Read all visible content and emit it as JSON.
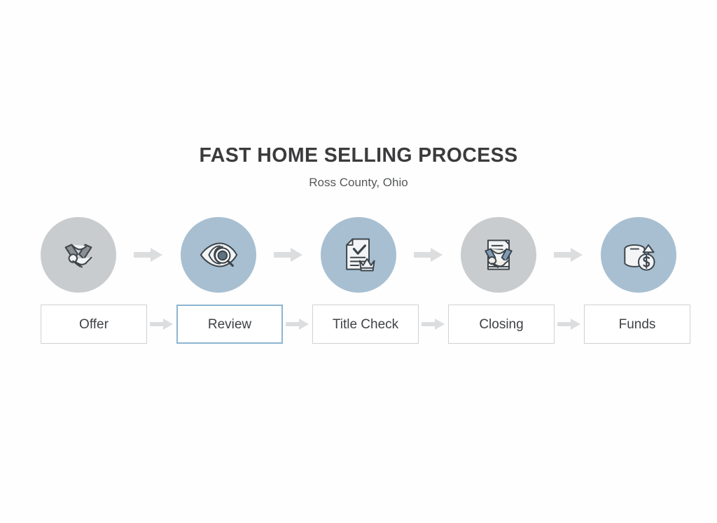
{
  "header": {
    "title": "FAST HOME SELLING PROCESS",
    "subtitle": "Ross County, Ohio"
  },
  "colors": {
    "background": "#fefefe",
    "title_text": "#3b3b3d",
    "subtitle_text": "#56585b",
    "circle_gray": "#c9ccce",
    "circle_blue": "#a7bfd1",
    "arrow": "#dcdddf",
    "box_border": "#cfd1d2",
    "box_border_active": "#8cb4d0",
    "label_text": "#3f4144",
    "icon_stroke": "#3d454c"
  },
  "flow": {
    "steps": [
      {
        "id": "offer",
        "label": "Offer",
        "icon": "handshake-icon",
        "circle_color": "gray",
        "highlighted": false
      },
      {
        "id": "review",
        "label": "Review",
        "icon": "eye-magnifier-icon",
        "circle_color": "blue",
        "highlighted": true
      },
      {
        "id": "title-check",
        "label": "Title Check",
        "icon": "document-check-crown-icon",
        "circle_color": "blue",
        "highlighted": false
      },
      {
        "id": "closing",
        "label": "Closing",
        "icon": "handshake-document-icon",
        "circle_color": "gray",
        "highlighted": false
      },
      {
        "id": "funds",
        "label": "Funds",
        "icon": "coins-dollar-arrow-icon",
        "circle_color": "blue",
        "highlighted": false
      }
    ],
    "connector": "arrow-right-icon",
    "connector_count": 4
  }
}
